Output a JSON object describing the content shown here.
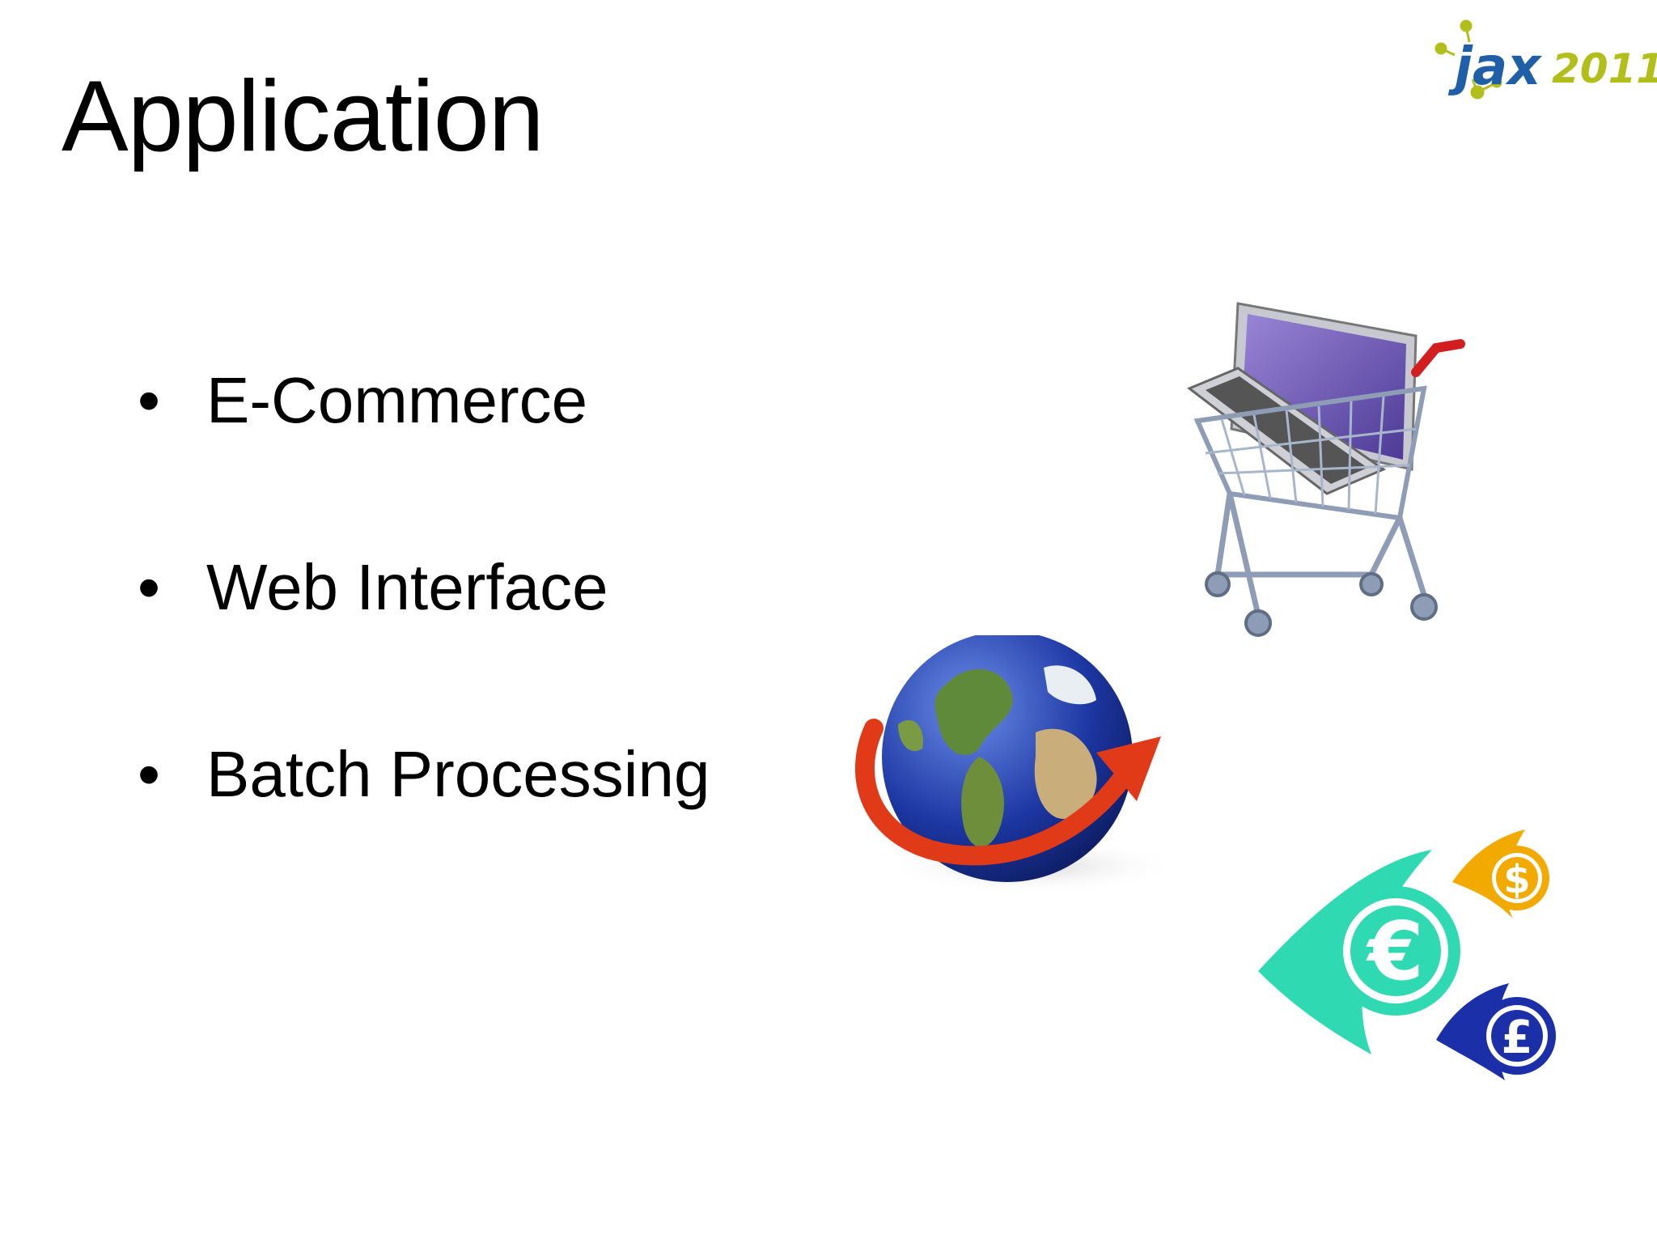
{
  "slide": {
    "title": "Application",
    "bullets": [
      {
        "marker": "•",
        "label": "E-Commerce"
      },
      {
        "marker": "•",
        "label": "Web Interface"
      },
      {
        "marker": "•",
        "label": "Batch Processing"
      }
    ]
  },
  "logo": {
    "name": "jax",
    "year": "2011",
    "colors": {
      "primary": "#1f5fa8",
      "accent": "#b2bf1a"
    }
  },
  "images": [
    {
      "icon": "shopping-cart-with-laptop-icon"
    },
    {
      "icon": "globe-with-arrow-icon"
    },
    {
      "icon": "currency-icons",
      "symbols": [
        "€",
        "$",
        "£"
      ]
    }
  ]
}
